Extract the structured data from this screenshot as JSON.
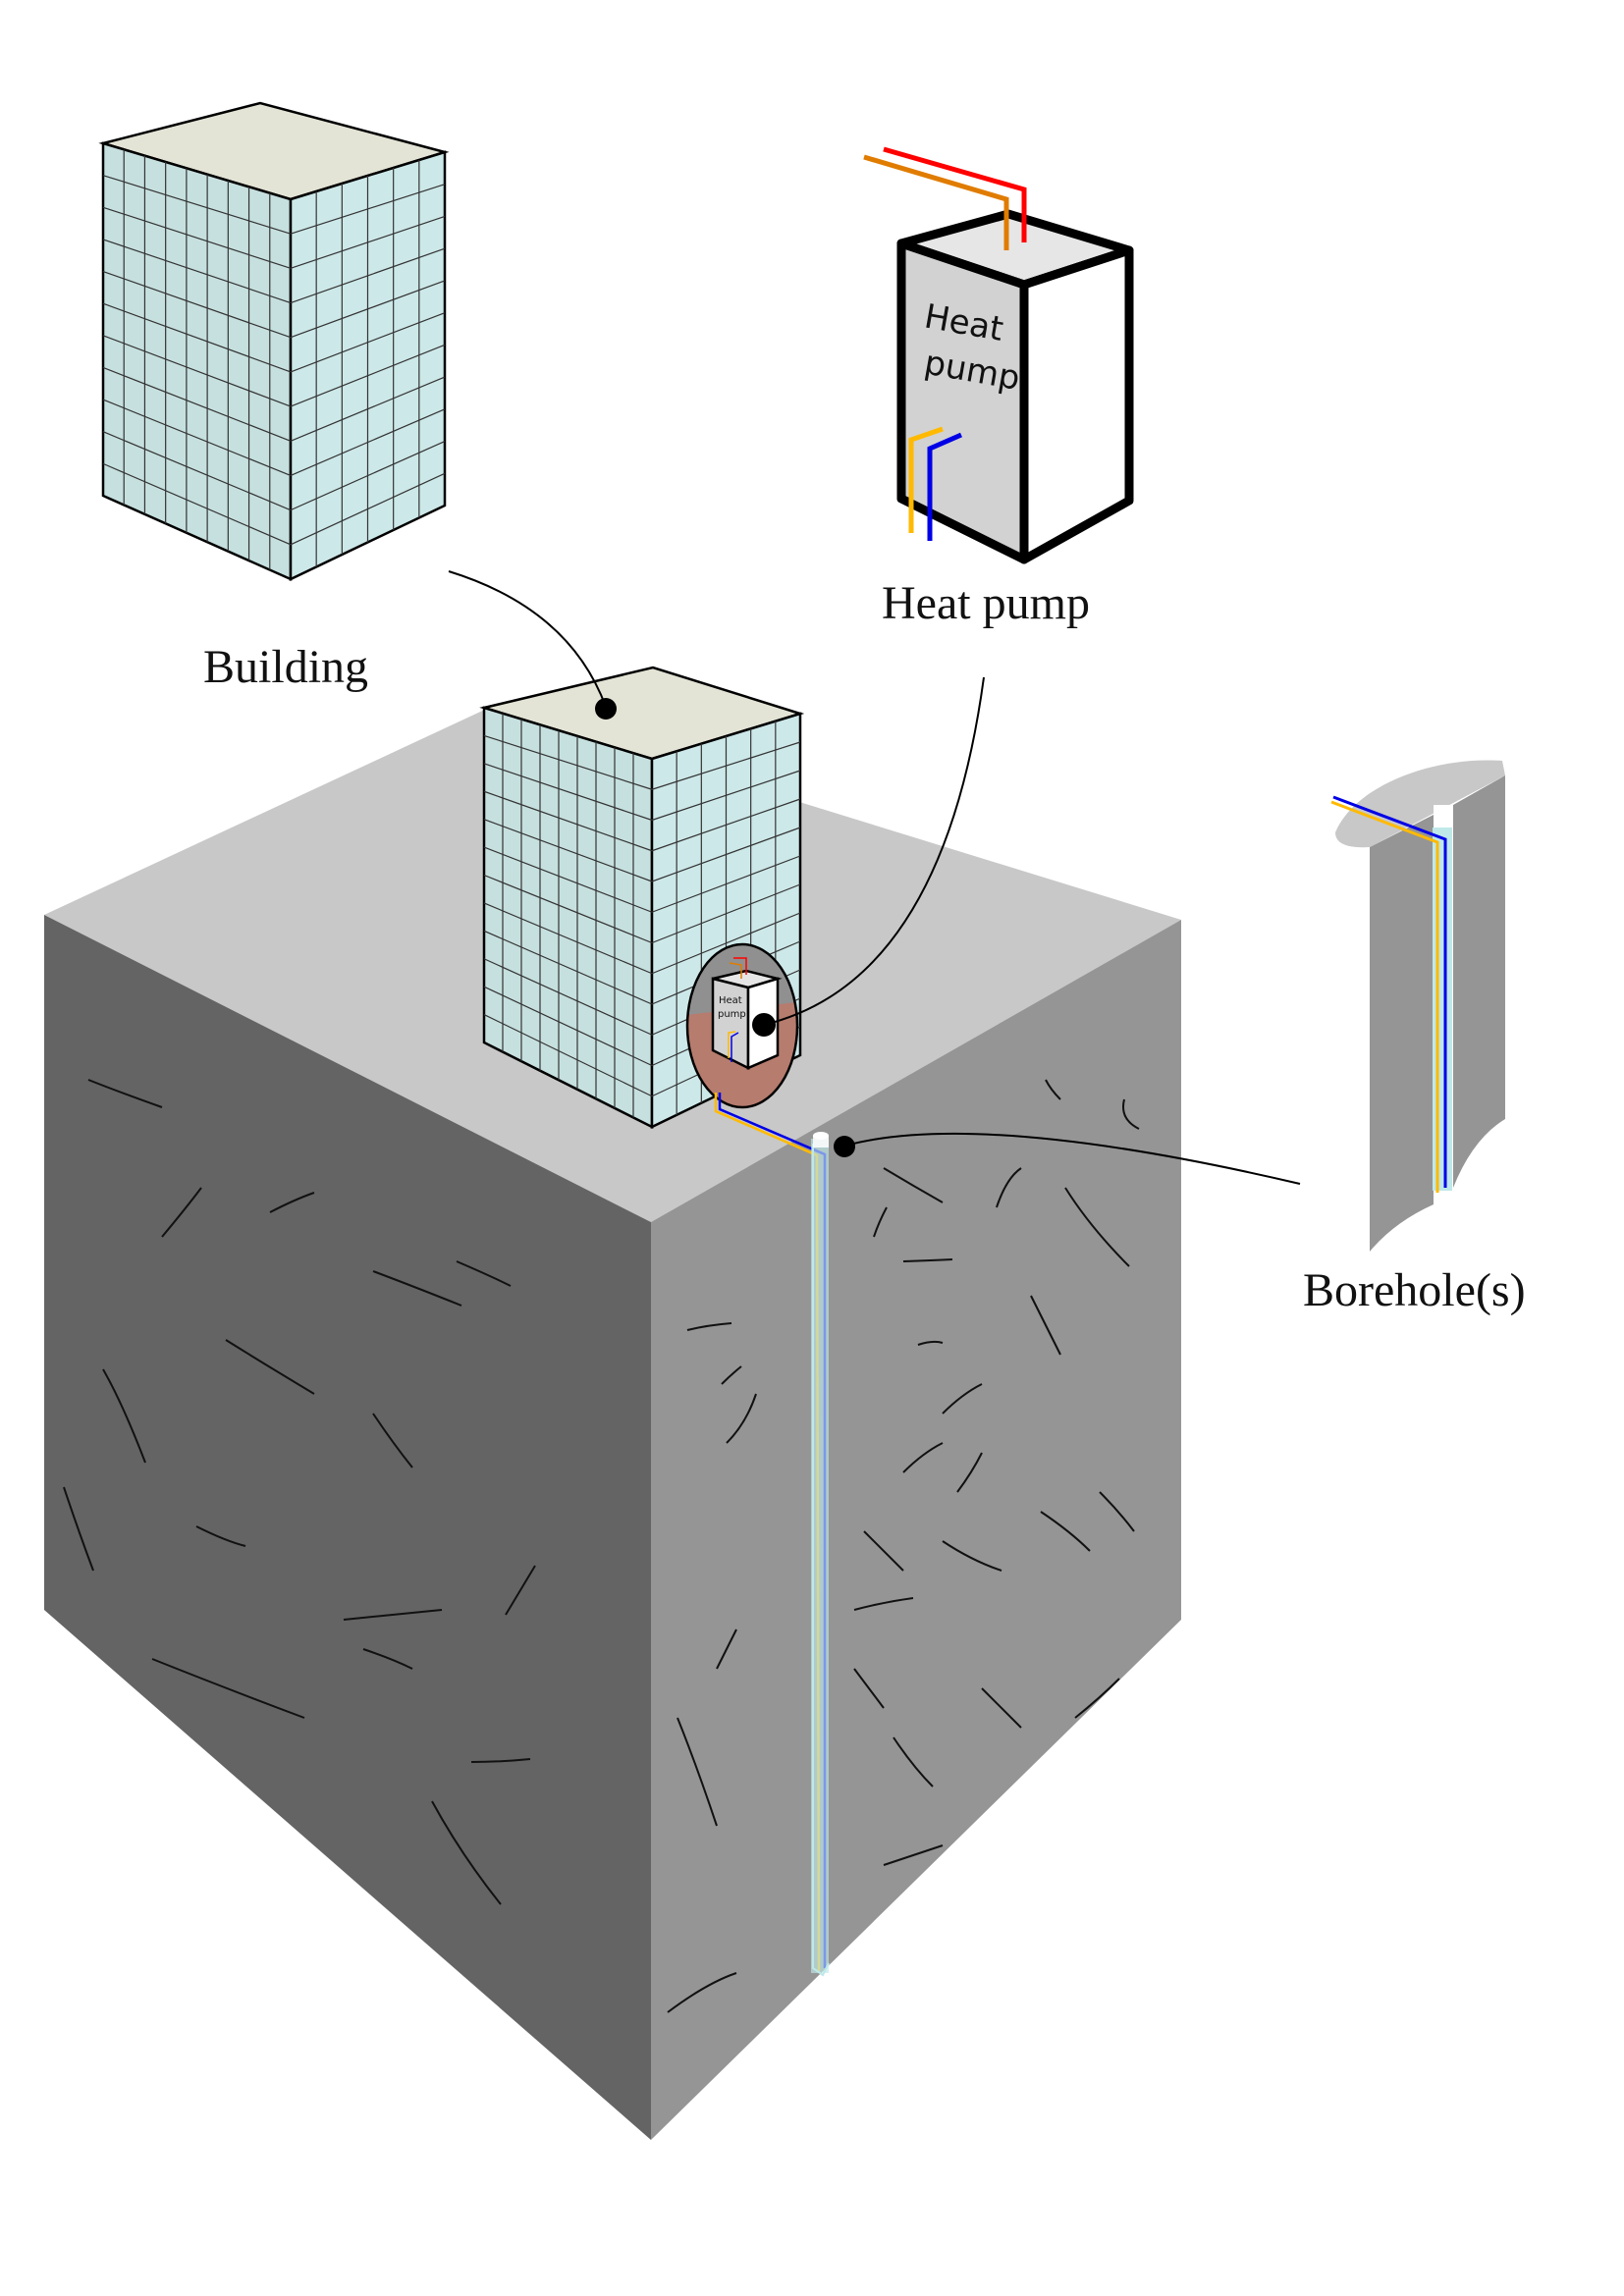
{
  "labels": {
    "building": "Building",
    "heat_pump": "Heat pump",
    "boreholes": "Borehole(s)"
  },
  "heat_pump_unit": {
    "text_line1": "Heat",
    "text_line2": "pump"
  },
  "colors": {
    "background": "#ffffff",
    "building_roof": "#e4e4d6",
    "building_left_face": "#c6e0df",
    "building_right_face": "#cde8e9",
    "ground_top": "#c8c8c8",
    "ground_left": "#646464",
    "ground_right": "#959595",
    "heat_pump_left": "#d2d2d2",
    "heat_pump_top": "#e6e6e6",
    "heat_pump_right": "#ffffff",
    "pipe_red": "#ff0000",
    "pipe_orange": "#e07c00",
    "pipe_yellow": "#ffba00",
    "pipe_blue": "#0000e6",
    "borehole_fill": "#bfe8e8",
    "inset_soil": "#b67c6e",
    "inset_dark": "#909090"
  }
}
